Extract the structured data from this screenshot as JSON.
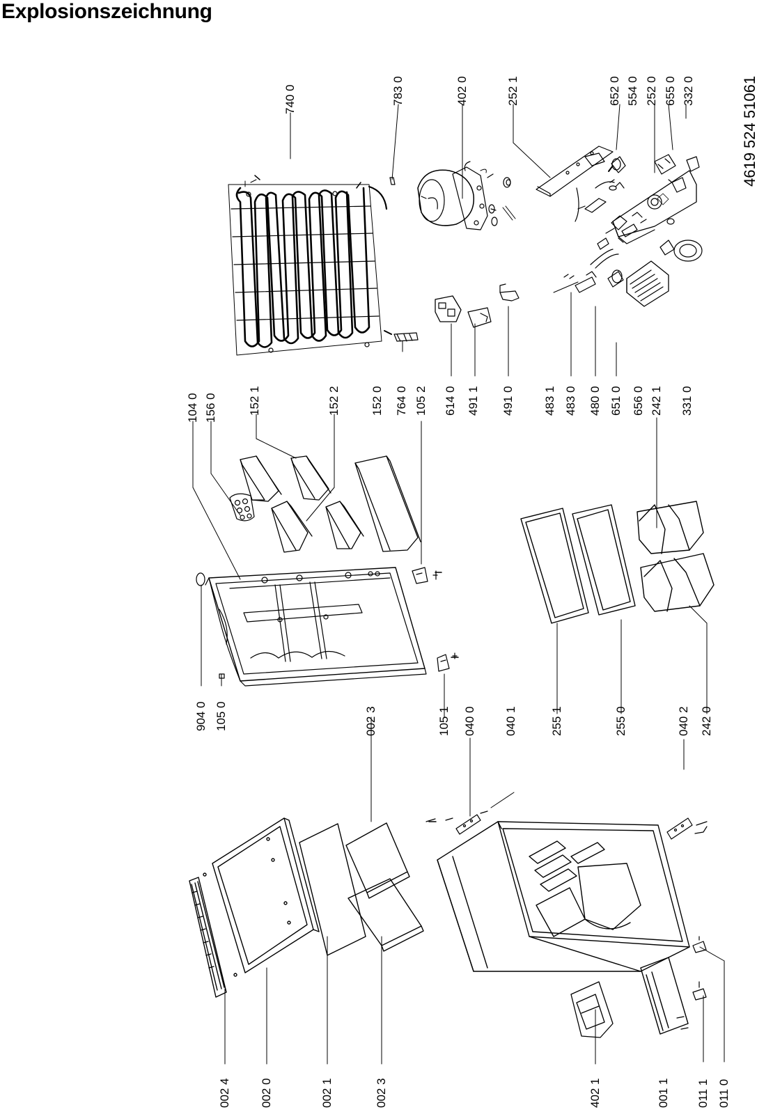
{
  "title": "Explosionszeichnung",
  "document_number": "4619 524 51061",
  "labels": {
    "c740_0": "740 0",
    "c783_0": "783 0",
    "c402_0": "402 0",
    "c252_1": "252 1",
    "c652_0": "652 0",
    "c554_0": "554 0",
    "c252_0": "252 0",
    "c655_0": "655 0",
    "c332_0": "332 0",
    "c104_0": "104 0",
    "c156_0": "156 0",
    "c152_1": "152 1",
    "c152_2": "152 2",
    "c152_0": "152 0",
    "c764_0": "764 0",
    "c105_2": "105 2",
    "c614_0": "614 0",
    "c491_1": "491 1",
    "c491_0": "491 0",
    "c483_1": "483 1",
    "c483_0": "483 0",
    "c480_0": "480 0",
    "c651_0": "651 0",
    "c656_0": "656 0",
    "c242_1": "242 1",
    "c331_0": "331 0",
    "c904_0": "904 0",
    "c105_0": "105 0",
    "c002_3_top": "002 3",
    "c105_1": "105 1",
    "c040_0": "040 0",
    "c040_1": "040 1",
    "c255_1": "255 1",
    "c255_0": "255 0",
    "c040_2": "040 2",
    "c242_0": "242 0",
    "c002_4": "002 4",
    "c002_0": "002 0",
    "c002_1": "002 1",
    "c002_3_bottom": "002 3",
    "c402_1": "402 1",
    "c001_1": "001 1",
    "c011_1": "011 1",
    "c011_0": "011 0"
  }
}
